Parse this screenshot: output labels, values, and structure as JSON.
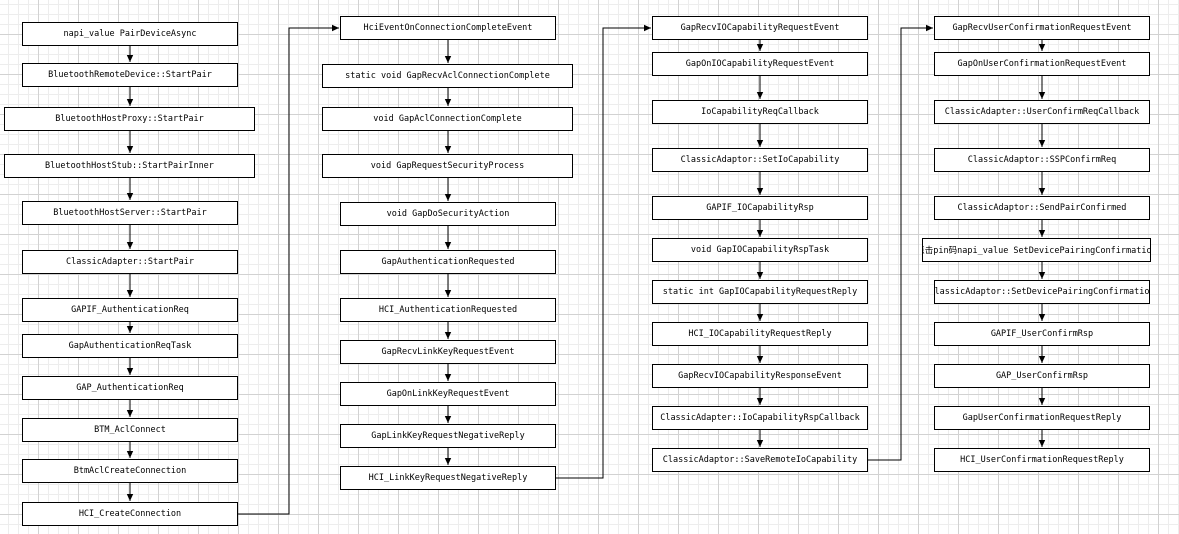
{
  "colors": {
    "stroke": "#000000",
    "box_fill": "#ffffff",
    "grid": "#d2d2d2"
  },
  "columns": [
    {
      "nodes": [
        "napi_value PairDeviceAsync",
        "BluetoothRemoteDevice::StartPair",
        "BluetoothHostProxy::StartPair",
        "BluetoothHostStub::StartPairInner",
        "BluetoothHostServer::StartPair",
        "ClassicAdapter::StartPair",
        "GAPIF_AuthenticationReq",
        "GapAuthenticationReqTask",
        "GAP_AuthenticationReq",
        "BTM_AclConnect",
        "BtmAclCreateConnection",
        "HCI_CreateConnection"
      ]
    },
    {
      "nodes": [
        "HciEventOnConnectionCompleteEvent",
        "static void GapRecvAclConnectionComplete",
        "void GapAclConnectionComplete",
        "void GapRequestSecurityProcess",
        "void GapDoSecurityAction",
        "GapAuthenticationRequested",
        "HCI_AuthenticationRequested",
        "GapRecvLinkKeyRequestEvent",
        "GapOnLinkKeyRequestEvent",
        "GapLinkKeyRequestNegativeReply",
        "HCI_LinkKeyRequestNegativeReply"
      ]
    },
    {
      "nodes": [
        "GapRecvIOCapabilityRequestEvent",
        "GapOnIOCapabilityRequestEvent",
        "IoCapabilityReqCallback",
        "ClassicAdaptor::SetIoCapability",
        "GAPIF_IOCapabilityRsp",
        "void GapIOCapabilityRspTask",
        "static int GapIOCapabilityRequestReply",
        "HCI_IOCapabilityRequestReply",
        "GapRecvIOCapabilityResponseEvent",
        "ClassicAdapter::IoCapabilityRspCallback",
        "ClassicAdaptor::SaveRemoteIoCapability"
      ]
    },
    {
      "nodes": [
        "GapRecvUserConfirmationRequestEvent",
        "GapOnUserConfirmationRequestEvent",
        "ClassicAdapter::UserConfirmReqCallback",
        "ClassicAdaptor::SSPConfirmReq",
        "ClassicAdaptor::SendPairConfirmed",
        "点击pin码napi_value SetDevicePairingConfirmation",
        "ClassicAdaptor::SetDevicePairingConfirmation",
        "GAPIF_UserConfirmRsp",
        "GAP_UserConfirmRsp",
        "GapUserConfirmationRequestReply",
        "HCI_UserConfirmationRequestReply"
      ]
    }
  ]
}
